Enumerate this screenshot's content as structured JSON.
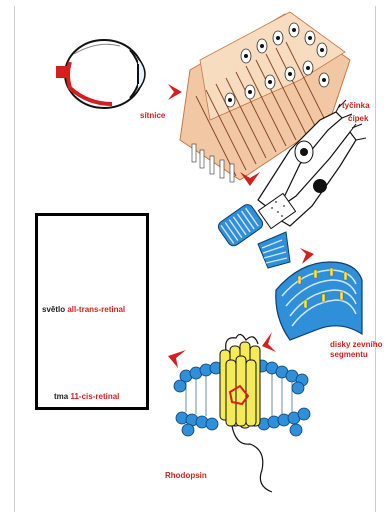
{
  "labels": {
    "retina": "sítnice",
    "rod": "tyčinka",
    "cone": "čípek",
    "disks_line1": "disky zevního",
    "disks_line2": "segmentu",
    "rhodopsin": "Rhodopsin",
    "light_word": "světlo",
    "light_form": "all-trans-retinal",
    "dark_word": "tma",
    "dark_form": "11-cis-retinal"
  },
  "colors": {
    "accent_red": "#d51f1f",
    "retinal_yellow": "#f4ea5a",
    "membrane_blue": "#2f8fd8",
    "tissue_orange": "#e8a070"
  }
}
